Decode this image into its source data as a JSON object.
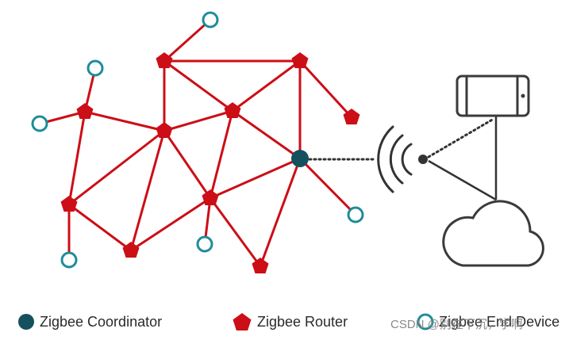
{
  "legend": {
    "coordinator": "Zigbee Coordinator",
    "router": "Zigbee Router",
    "end_device": "Zigbee End Device"
  },
  "watermark": "CSDN @别在下沉，学啊",
  "colors": {
    "router": "#cc0e16",
    "link": "#cc0e16",
    "coordinator": "#14505e",
    "end_device": "#1f8c9a",
    "device_stroke": "#3a3a3a"
  },
  "icons": [
    "coordinator-node-icon",
    "router-node-icon",
    "end-device-node-icon",
    "wireless-signal-icon",
    "smartphone-icon",
    "cloud-icon"
  ]
}
